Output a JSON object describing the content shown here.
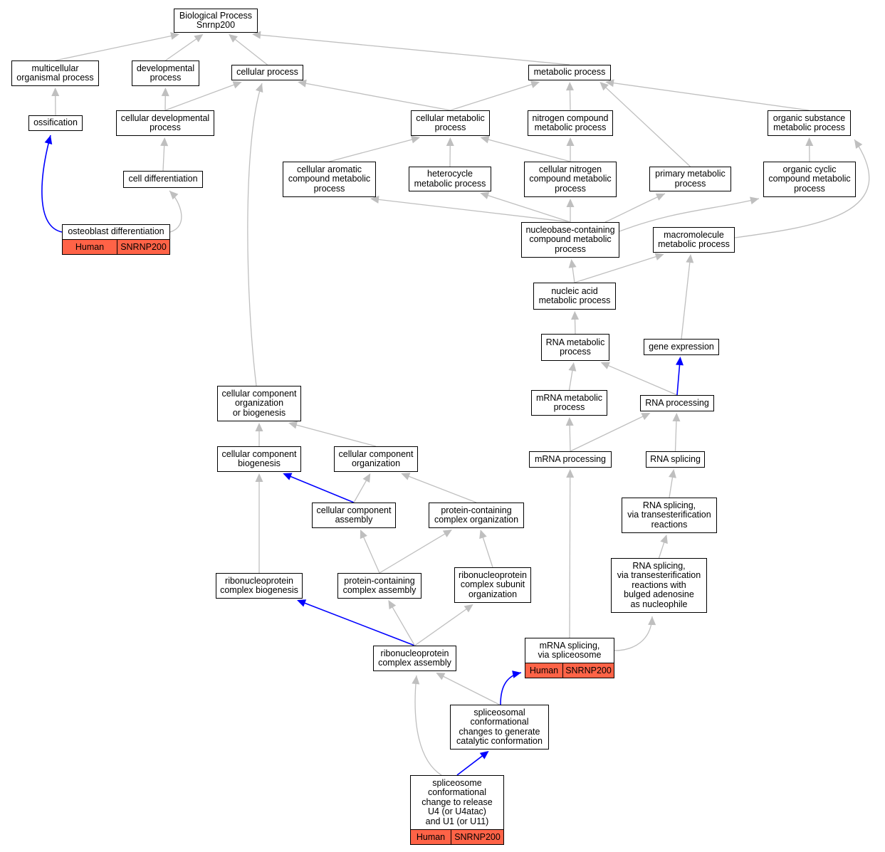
{
  "colors": {
    "edge_default": "#bfbfbf",
    "edge_highlight": "#0000ff",
    "annotation": "#ff6347"
  },
  "nodes": {
    "bp": "Biological Process\nSnrnp200",
    "multicell": "multicellular\norganismal process",
    "dev": "developmental\nprocess",
    "cellproc": "cellular process",
    "metab": "metabolic process",
    "ossif": "ossification",
    "celldev": "cellular developmental\nprocess",
    "cellmetab": "cellular metabolic\nprocess",
    "nitro": "nitrogen compound\nmetabolic process",
    "orgsub": "organic substance\nmetabolic process",
    "celldiff": "cell differentiation",
    "arom": "cellular aromatic\ncompound metabolic\nprocess",
    "hetero": "heterocycle\nmetabolic process",
    "cellnitro": "cellular nitrogen\ncompound metabolic\nprocess",
    "primary": "primary metabolic\nprocess",
    "orgcyc": "organic cyclic\ncompound metabolic\nprocess",
    "osteo": "osteoblast differentiation",
    "nucleobase": "nucleobase-containing\ncompound metabolic\nprocess",
    "macro": "macromolecule\nmetabolic process",
    "nucacid": "nucleic acid\nmetabolic process",
    "rnametab": "RNA metabolic\nprocess",
    "geneexp": "gene expression",
    "ccob": "cellular component\norganization\nor biogenesis",
    "mrnametab": "mRNA metabolic\nprocess",
    "rnaproc": "RNA processing",
    "ccbio": "cellular component\nbiogenesis",
    "ccorg": "cellular component\norganization",
    "mrnaproc": "mRNA processing",
    "rnasplice": "RNA splicing",
    "ccasm": "cellular component\nassembly",
    "pcorg": "protein-containing\ncomplex organization",
    "rnasplicetrans": "RNA splicing,\nvia transesterification\nreactions",
    "rnpbio": "ribonucleoprotein\ncomplex biogenesis",
    "pcasm": "protein-containing\ncomplex assembly",
    "rnpsub": "ribonucleoprotein\ncomplex subunit\norganization",
    "rnasplicebulged": "RNA splicing,\nvia transesterification\nreactions with\nbulged adenosine\nas nucleophile",
    "rnpasm": "ribonucleoprotein\ncomplex assembly",
    "mrnasplice": "mRNA splicing,\nvia spliceosome",
    "spliceconf": "spliceosomal\nconformational\nchanges to generate\ncatalytic conformation",
    "splicerel": "spliceosome\nconformational\nchange to release\nU4 (or U4atac)\nand U1 (or U11)"
  },
  "annotations": {
    "osteo": {
      "species": "Human",
      "gene": "SNRNP200"
    },
    "mrnasplice": {
      "species": "Human",
      "gene": "SNRNP200"
    },
    "splicerel": {
      "species": "Human",
      "gene": "SNRNP200"
    }
  },
  "edges": [
    {
      "from": "multicell",
      "to": "bp"
    },
    {
      "from": "dev",
      "to": "bp"
    },
    {
      "from": "cellproc",
      "to": "bp"
    },
    {
      "from": "metab",
      "to": "bp"
    },
    {
      "from": "ossif",
      "to": "multicell"
    },
    {
      "from": "celldev",
      "to": "dev"
    },
    {
      "from": "celldev",
      "to": "cellproc"
    },
    {
      "from": "cellmetab",
      "to": "cellproc"
    },
    {
      "from": "cellmetab",
      "to": "metab"
    },
    {
      "from": "nitro",
      "to": "metab"
    },
    {
      "from": "orgsub",
      "to": "metab"
    },
    {
      "from": "primary",
      "to": "metab"
    },
    {
      "from": "celldiff",
      "to": "celldev"
    },
    {
      "from": "arom",
      "to": "cellmetab"
    },
    {
      "from": "hetero",
      "to": "cellmetab"
    },
    {
      "from": "cellnitro",
      "to": "cellmetab"
    },
    {
      "from": "cellnitro",
      "to": "nitro"
    },
    {
      "from": "orgcyc",
      "to": "orgsub"
    },
    {
      "from": "osteo",
      "to": "ossif",
      "highlight": true
    },
    {
      "from": "osteo",
      "to": "celldiff"
    },
    {
      "from": "nucleobase",
      "to": "arom"
    },
    {
      "from": "nucleobase",
      "to": "hetero"
    },
    {
      "from": "nucleobase",
      "to": "cellnitro"
    },
    {
      "from": "nucleobase",
      "to": "primary"
    },
    {
      "from": "nucleobase",
      "to": "orgcyc"
    },
    {
      "from": "macro",
      "to": "orgsub"
    },
    {
      "from": "nucacid",
      "to": "nucleobase"
    },
    {
      "from": "nucacid",
      "to": "macro"
    },
    {
      "from": "rnametab",
      "to": "nucacid"
    },
    {
      "from": "geneexp",
      "to": "macro"
    },
    {
      "from": "ccob",
      "to": "cellproc"
    },
    {
      "from": "mrnametab",
      "to": "rnametab"
    },
    {
      "from": "rnaproc",
      "to": "rnametab"
    },
    {
      "from": "rnaproc",
      "to": "geneexp",
      "highlight": true
    },
    {
      "from": "ccbio",
      "to": "ccob"
    },
    {
      "from": "ccorg",
      "to": "ccob"
    },
    {
      "from": "mrnaproc",
      "to": "mrnametab"
    },
    {
      "from": "mrnaproc",
      "to": "rnaproc"
    },
    {
      "from": "rnasplice",
      "to": "rnaproc"
    },
    {
      "from": "ccasm",
      "to": "ccbio",
      "highlight": true
    },
    {
      "from": "ccasm",
      "to": "ccorg"
    },
    {
      "from": "pcorg",
      "to": "ccorg"
    },
    {
      "from": "rnasplicetrans",
      "to": "rnasplice"
    },
    {
      "from": "rnpbio",
      "to": "ccbio"
    },
    {
      "from": "pcasm",
      "to": "ccasm"
    },
    {
      "from": "pcasm",
      "to": "pcorg"
    },
    {
      "from": "rnpsub",
      "to": "pcorg"
    },
    {
      "from": "rnasplicebulged",
      "to": "rnasplicetrans"
    },
    {
      "from": "rnpasm",
      "to": "rnpbio",
      "highlight": true
    },
    {
      "from": "rnpasm",
      "to": "pcasm"
    },
    {
      "from": "rnpasm",
      "to": "rnpsub"
    },
    {
      "from": "mrnasplice",
      "to": "mrnaproc"
    },
    {
      "from": "mrnasplice",
      "to": "rnasplicebulged"
    },
    {
      "from": "spliceconf",
      "to": "rnpasm"
    },
    {
      "from": "spliceconf",
      "to": "mrnasplice",
      "highlight": true
    },
    {
      "from": "splicerel",
      "to": "rnpasm"
    },
    {
      "from": "splicerel",
      "to": "spliceconf",
      "highlight": true
    }
  ]
}
